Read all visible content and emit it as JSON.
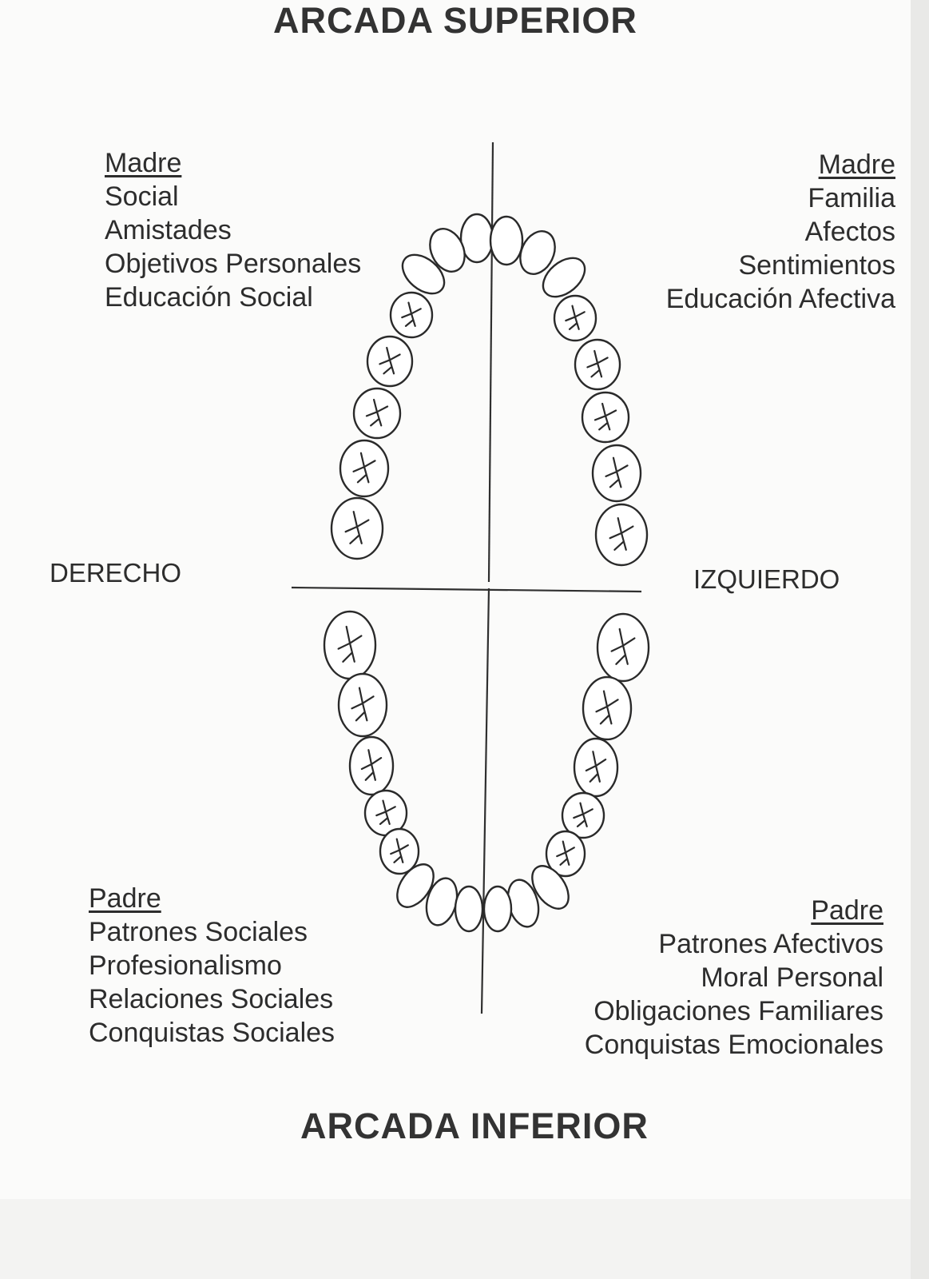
{
  "titles": {
    "top": "ARCADA SUPERIOR",
    "bottom": "ARCADA INFERIOR"
  },
  "sides": {
    "left": "DERECHO",
    "right": "IZQUIERDO"
  },
  "quadrants": {
    "upper_right_side": {
      "heading": "Madre",
      "items": [
        "Social",
        "Amistades",
        "Objetivos Personales",
        "Educación Social"
      ]
    },
    "upper_left_side": {
      "heading": "Madre",
      "items": [
        "Familia",
        "Afectos",
        "Sentimientos",
        "Educación Afectiva"
      ]
    },
    "lower_right_side": {
      "heading": "Padre",
      "items": [
        "Patrones Sociales",
        "Profesionalismo",
        "Relaciones Sociales",
        "Conquistas Sociales"
      ]
    },
    "lower_left_side": {
      "heading": "Padre",
      "items": [
        "Patrones Afectivos",
        "Moral Personal",
        "Obligaciones Familiares",
        "Conquistas Emocionales"
      ]
    }
  }
}
